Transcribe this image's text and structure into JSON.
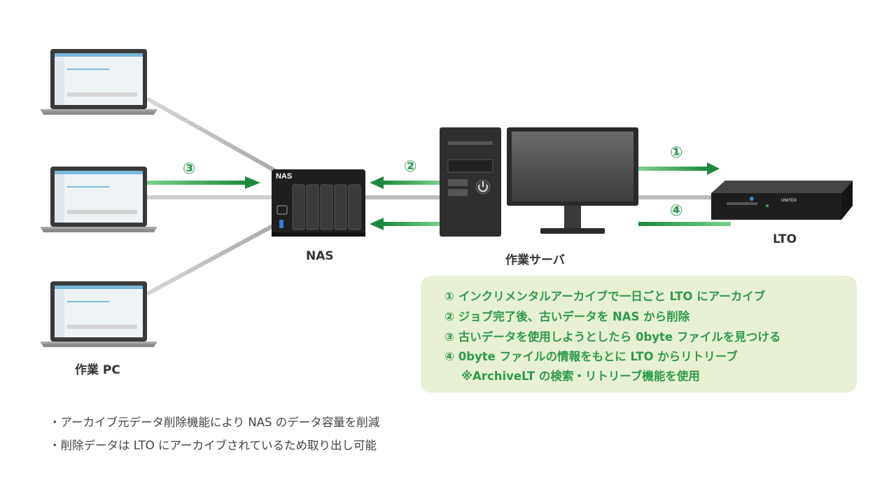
{
  "labels": {
    "nas": "NAS",
    "server": "作業サーバ",
    "lto": "LTO",
    "pc": "作業 PC",
    "nas_device_text": "NAS",
    "lto_brand": "UNITEX"
  },
  "steps": {
    "s1": "①",
    "s2": "②",
    "s3": "③",
    "s4": "④"
  },
  "notes": [
    "① インクリメンタルアーカイブで一日ごと LTO にアーカイブ",
    "② ジョブ完了後、古いデータを NAS から削除",
    "③ 古いデータを使用しようとしたら 0byte ファイルを見つける",
    "④ 0byte ファイルの情報をもとに LTO からリトリーブ",
    "※ArchiveLT の検索・リトリーブ機能を使用"
  ],
  "bullets": [
    "・アーカイブ元データ削除機能により NAS のデータ容量を削減",
    "・削除データは LTO にアーカイブされているため取り出し可能"
  ],
  "colors": {
    "arrow_green": "#2e9a4c",
    "line_gray": "#bdbdbd",
    "note_bg": "#e8f1d4",
    "device_dark": "#2b2b2b"
  },
  "icons": [
    "laptop-icon",
    "nas-icon",
    "server-tower-icon",
    "monitor-icon",
    "lto-drive-icon",
    "arrow-right-icon",
    "arrow-left-icon"
  ]
}
